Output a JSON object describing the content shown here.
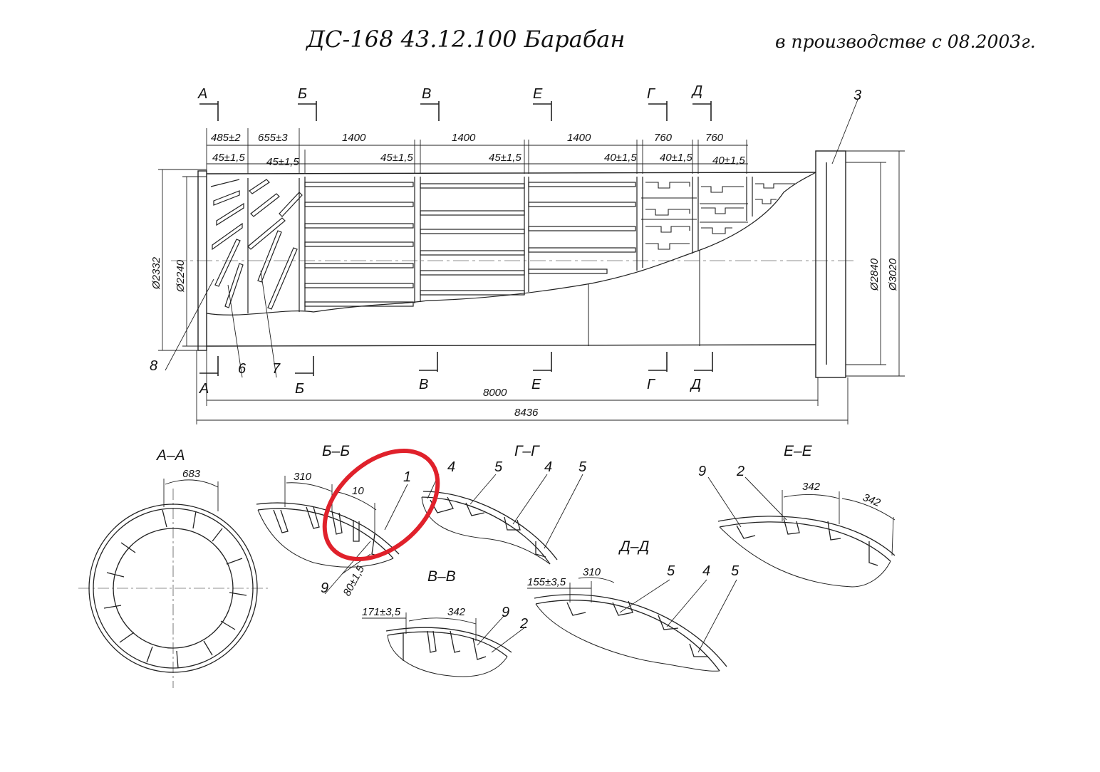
{
  "header": {
    "title": "ДС-168 43.12.100 Барабан",
    "subtitle": "в производстве с 08.2003г."
  },
  "colors": {
    "line": "#222222",
    "highlight": "#e0212b"
  },
  "main_view": {
    "section_marks_top": [
      "А",
      "Б",
      "В",
      "Е",
      "Г",
      "Д"
    ],
    "section_marks_bottom": [
      "А",
      "Б",
      "В",
      "Е",
      "Г",
      "Д"
    ],
    "dims_top": [
      "485±2",
      "655±3",
      "1400",
      "1400",
      "1400",
      "760",
      "760"
    ],
    "dims_mid": [
      "45±1,5",
      "45±1,5",
      "45±1,5",
      "45±1,5",
      "40±1,5",
      "40±1,5",
      "40±1,5"
    ],
    "dia_left": [
      "Ø2332",
      "Ø2240"
    ],
    "dia_right": [
      "Ø2840",
      "Ø3020"
    ],
    "len_inner": "8000",
    "len_total": "8436",
    "callouts": [
      "8",
      "6",
      "7",
      "3"
    ]
  },
  "sections": {
    "aa": {
      "title": "А–А",
      "dim": "683"
    },
    "bb": {
      "title": "Б–Б",
      "dims": [
        "310",
        "10",
        "80±1,5"
      ],
      "callouts": [
        "1",
        "9"
      ]
    },
    "vv": {
      "title": "В–В",
      "dims": [
        "171±3,5",
        "342"
      ],
      "callouts": [
        "9",
        "2"
      ]
    },
    "gg": {
      "title": "Г–Г",
      "callouts": [
        "4",
        "5",
        "4",
        "5"
      ]
    },
    "dd": {
      "title": "Д–Д",
      "dims": [
        "155±3,5",
        "310"
      ],
      "callouts": [
        "5",
        "4",
        "5"
      ]
    },
    "ee": {
      "title": "Е–Е",
      "dims": [
        "342",
        "342"
      ],
      "callouts": [
        "9",
        "2"
      ]
    }
  }
}
